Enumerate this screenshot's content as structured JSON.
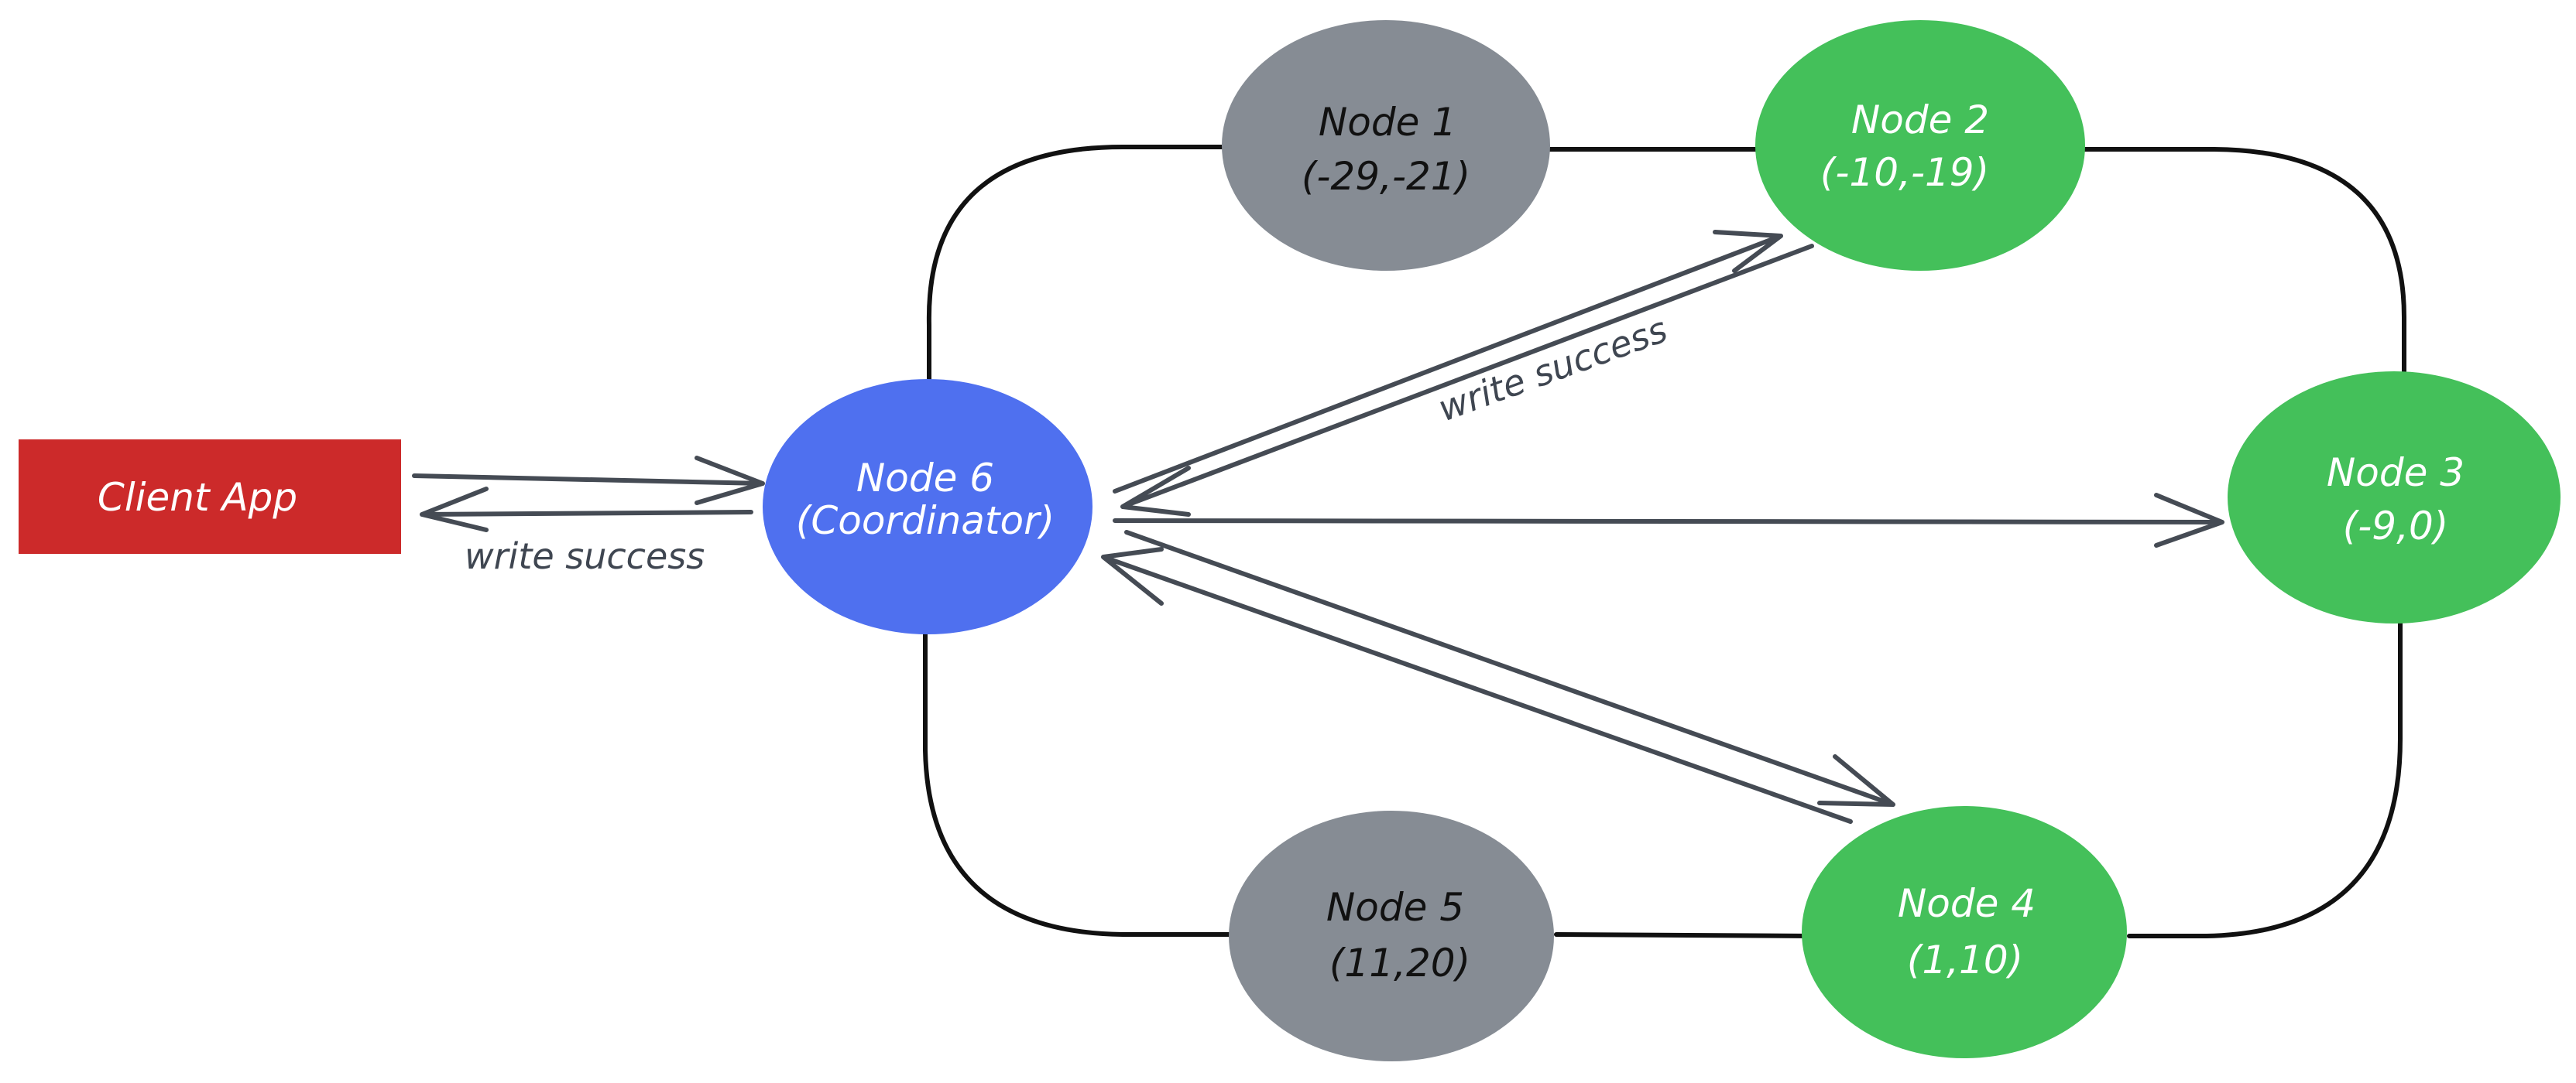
{
  "colors": {
    "client": "#cc2a2a",
    "coordinator": "#4f70ef",
    "healthy": "#44c05a",
    "inactive": "#868c94",
    "arrow": "#454b54",
    "ring": "#111111"
  },
  "client": {
    "label": "Client App"
  },
  "nodes": [
    {
      "name": "Node 1",
      "value": "(-29,-21)",
      "status": "inactive"
    },
    {
      "name": "Node 2",
      "value": "(-10,-19)",
      "status": "healthy"
    },
    {
      "name": "Node 3",
      "value": "(-9,0)",
      "status": "healthy"
    },
    {
      "name": "Node 4",
      "value": "(1,10)",
      "status": "healthy"
    },
    {
      "name": "Node 5",
      "value": "(11,20)",
      "status": "inactive"
    },
    {
      "name": "Node 6",
      "value": "(Coordinator)",
      "status": "coordinator"
    }
  ],
  "edge_labels": {
    "client_ack": "write success",
    "node2_ack": "write success"
  }
}
